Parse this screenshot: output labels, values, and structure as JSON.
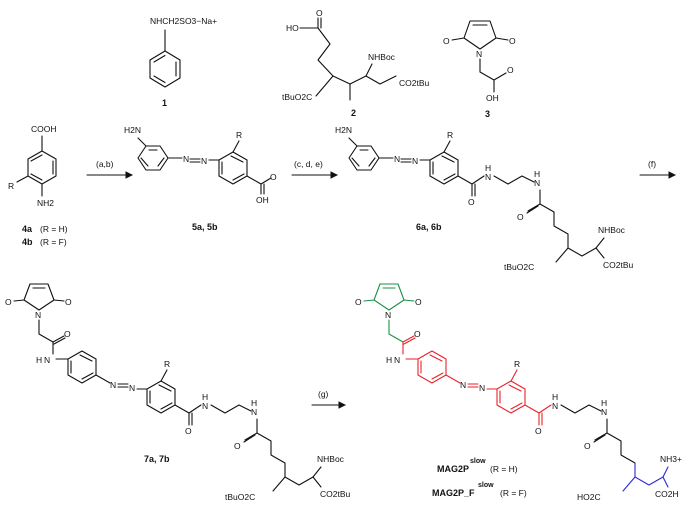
{
  "compounds": {
    "c1": {
      "number": "1",
      "formula": "NHCH2SO3−Na+"
    },
    "c2": {
      "number": "2",
      "cooh": "HO",
      "nhboc": "NHBoc",
      "ester_left": "tBuO2C",
      "ester_right": "CO2tBu"
    },
    "c3": {
      "number": "3",
      "oh": "OH"
    },
    "c4": {
      "label_a": "4a",
      "cond_a": "(R = H)",
      "label_b": "4b",
      "cond_b": "(R = F)",
      "cooh": "COOH",
      "nh2": "NH2",
      "r": "R"
    },
    "c5": {
      "label": "5a, 5b",
      "nh2": "H2N",
      "r": "R",
      "oh": "OH"
    },
    "c6": {
      "label": "6a, 6b",
      "nh2": "H2N",
      "r": "R",
      "nhboc": "NHBoc",
      "ester_left": "tBuO2C",
      "ester_right": "CO2tBu"
    },
    "c7": {
      "label": "7a, 7b",
      "r": "R",
      "nhboc": "NHBoc",
      "ester_left": "tBuO2C",
      "ester_right": "CO2tBu"
    },
    "mag": {
      "name_1": "MAG2P",
      "sup_1": "slow",
      "cond_1": "(R = H)",
      "name_2": "MAG2P_F",
      "sup_2": "slow",
      "cond_2": "(R = F)",
      "r": "R",
      "nh3": "NH3+",
      "acid_left": "HO2C",
      "acid_right": "CO2H"
    }
  },
  "atoms": {
    "o": "O",
    "n": "N",
    "h": "H"
  },
  "conditions": {
    "step_ab": "(a,b)",
    "step_cde": "(c, d, e)",
    "step_f": "(f)",
    "step_g": "(g)"
  },
  "colors": {
    "ink": "#111111",
    "maleimide": "#1a9148",
    "azobenzene_linker": "#e8222a",
    "glutamate": "#2b2bd6"
  }
}
